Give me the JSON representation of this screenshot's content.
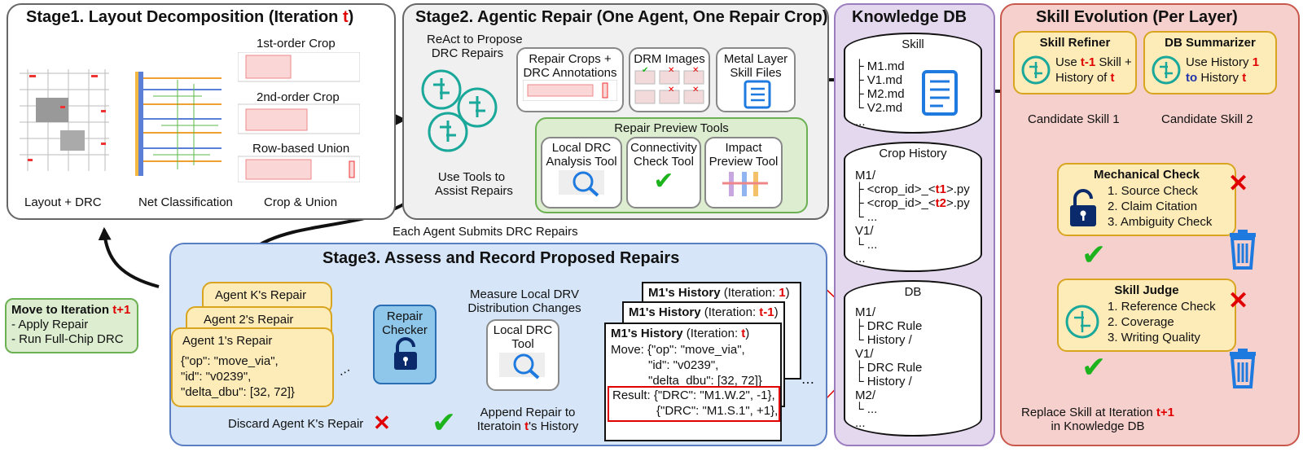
{
  "stage1": {
    "title": "Stage1. Layout Decomposition (Iteration ",
    "title_t": "t",
    "title_end": ")",
    "crop1": "1st-order Crop",
    "crop2": "2nd-order Crop",
    "crop3": "Row-based Union",
    "cap1": "Layout + DRC",
    "cap2": "Net Classification",
    "cap3": "Crop & Union"
  },
  "stage2": {
    "title": "Stage2. Agentic Repair (One Agent, One Repair Crop)",
    "react": "ReAct to Propose",
    "react2": "DRC Repairs",
    "tools_label": "Use Tools to",
    "tools_label2": "Assist Repairs",
    "crops_box": "Repair Crops +",
    "crops_box2": "DRC Annotations",
    "drm": "DRM Images",
    "metal": "Metal Layer",
    "metal2": "Skill Files",
    "preview_title": "Repair Preview Tools",
    "tool1": "Local DRC",
    "tool1b": "Analysis Tool",
    "tool2": "Connectivity",
    "tool2b": "Check Tool",
    "tool3": "Impact",
    "tool3b": "Preview Tool",
    "submit": "Each Agent Submits DRC Repairs"
  },
  "stage3": {
    "title": "Stage3. Assess and Record Proposed Repairs",
    "agentK": "Agent K's Repair",
    "agent2": "Agent 2's Repair",
    "agent1": "Agent 1's Repair",
    "code1": "{\"op\": \"move_via\",",
    "code2": "\"id\": \"v0239\",",
    "code3": "\"delta_dbu\": [32, 72]}",
    "checker": "Repair",
    "checker2": "Checker",
    "measure": "Measure Local DRV",
    "measure2": "Distribution Changes",
    "localtool": "Local DRC",
    "localtool2": "Tool",
    "discard": "Discard Agent K's Repair",
    "append": "Append Repair to",
    "append2a": "Iteratoin ",
    "append2t": "t",
    "append2b": "'s History",
    "h3_bold": "M1's History",
    "h3_rest": " (Iteration: ",
    "h3_t": "1",
    "h2_t": "t-1",
    "h1_t": "t",
    "move": "Move: {\"op\": \"move_via\",",
    "move2": "\"id\": \"v0239\",",
    "move3": "\"delta_dbu\": [32, 72]}",
    "result": "Result: {\"DRC\": \"M1.W.2\", -1},",
    "result2": "{\"DRC\": \"M1.S.1\", +1},"
  },
  "move_box": {
    "title": "Move to Iteration ",
    "title_t": "t+1",
    "l1": "- Apply Repair",
    "l2": "- Run Full-Chip DRC"
  },
  "kdb": {
    "title": "Knowledge DB",
    "skill": "Skill",
    "skill_items": [
      "M1.md",
      "V1.md",
      "M2.md",
      "V2.md",
      "..."
    ],
    "crop_history": "Crop History",
    "ch1": "M1/",
    "ch2a": "<crop_id>_<",
    "ch2t": "t1",
    "ch2b": ">.py",
    "ch3t": "t2",
    "ch4": "...",
    "ch5": "V1/",
    "ch6": "...",
    "ch7": "...",
    "db": "DB",
    "db1": "M1/",
    "db2": "DRC Rule",
    "db3": "History /",
    "db4": "V1/",
    "db5": "DRC Rule",
    "db6": "History /",
    "db7": "M2/",
    "db8": "...",
    "db9": "..."
  },
  "skill_evo": {
    "title": "Skill Evolution (Per Layer)",
    "refiner": "Skill Refiner",
    "ref1a": "Use ",
    "ref1t": "t-1",
    "ref1b": " Skill +",
    "ref2a": "History of ",
    "ref2t": "t",
    "summ": "DB Summarizer",
    "sum1a": "Use History ",
    "sum1t": "1",
    "sum2a": "to",
    "sum2b": " History ",
    "sum2t": "t",
    "cand1": "Candidate Skill 1",
    "cand2": "Candidate Skill 2",
    "mech": "Mechanical Check",
    "mech1": "1. Source Check",
    "mech2": "2. Claim Citation",
    "mech3": "3. Ambiguity Check",
    "judge": "Skill Judge",
    "judge1": "1. Reference Check",
    "judge2": "2. Coverage",
    "judge3": "3. Writing Quality",
    "replace_a": "Replace Skill at Iteration ",
    "replace_t": "t+1",
    "replace2": "in Knowledge DB"
  },
  "colors": {
    "red": "#e00000",
    "green_check": "#1db31d",
    "teal_icon": "#1aa89a",
    "purple_panel": "#e4d8ee",
    "pink_panel": "#f6d0cc",
    "blue_panel": "#d6e6f8",
    "gray_panel": "#f0f0f0",
    "yellow_box": "#fdebb8",
    "green_box": "#dcedd0"
  }
}
